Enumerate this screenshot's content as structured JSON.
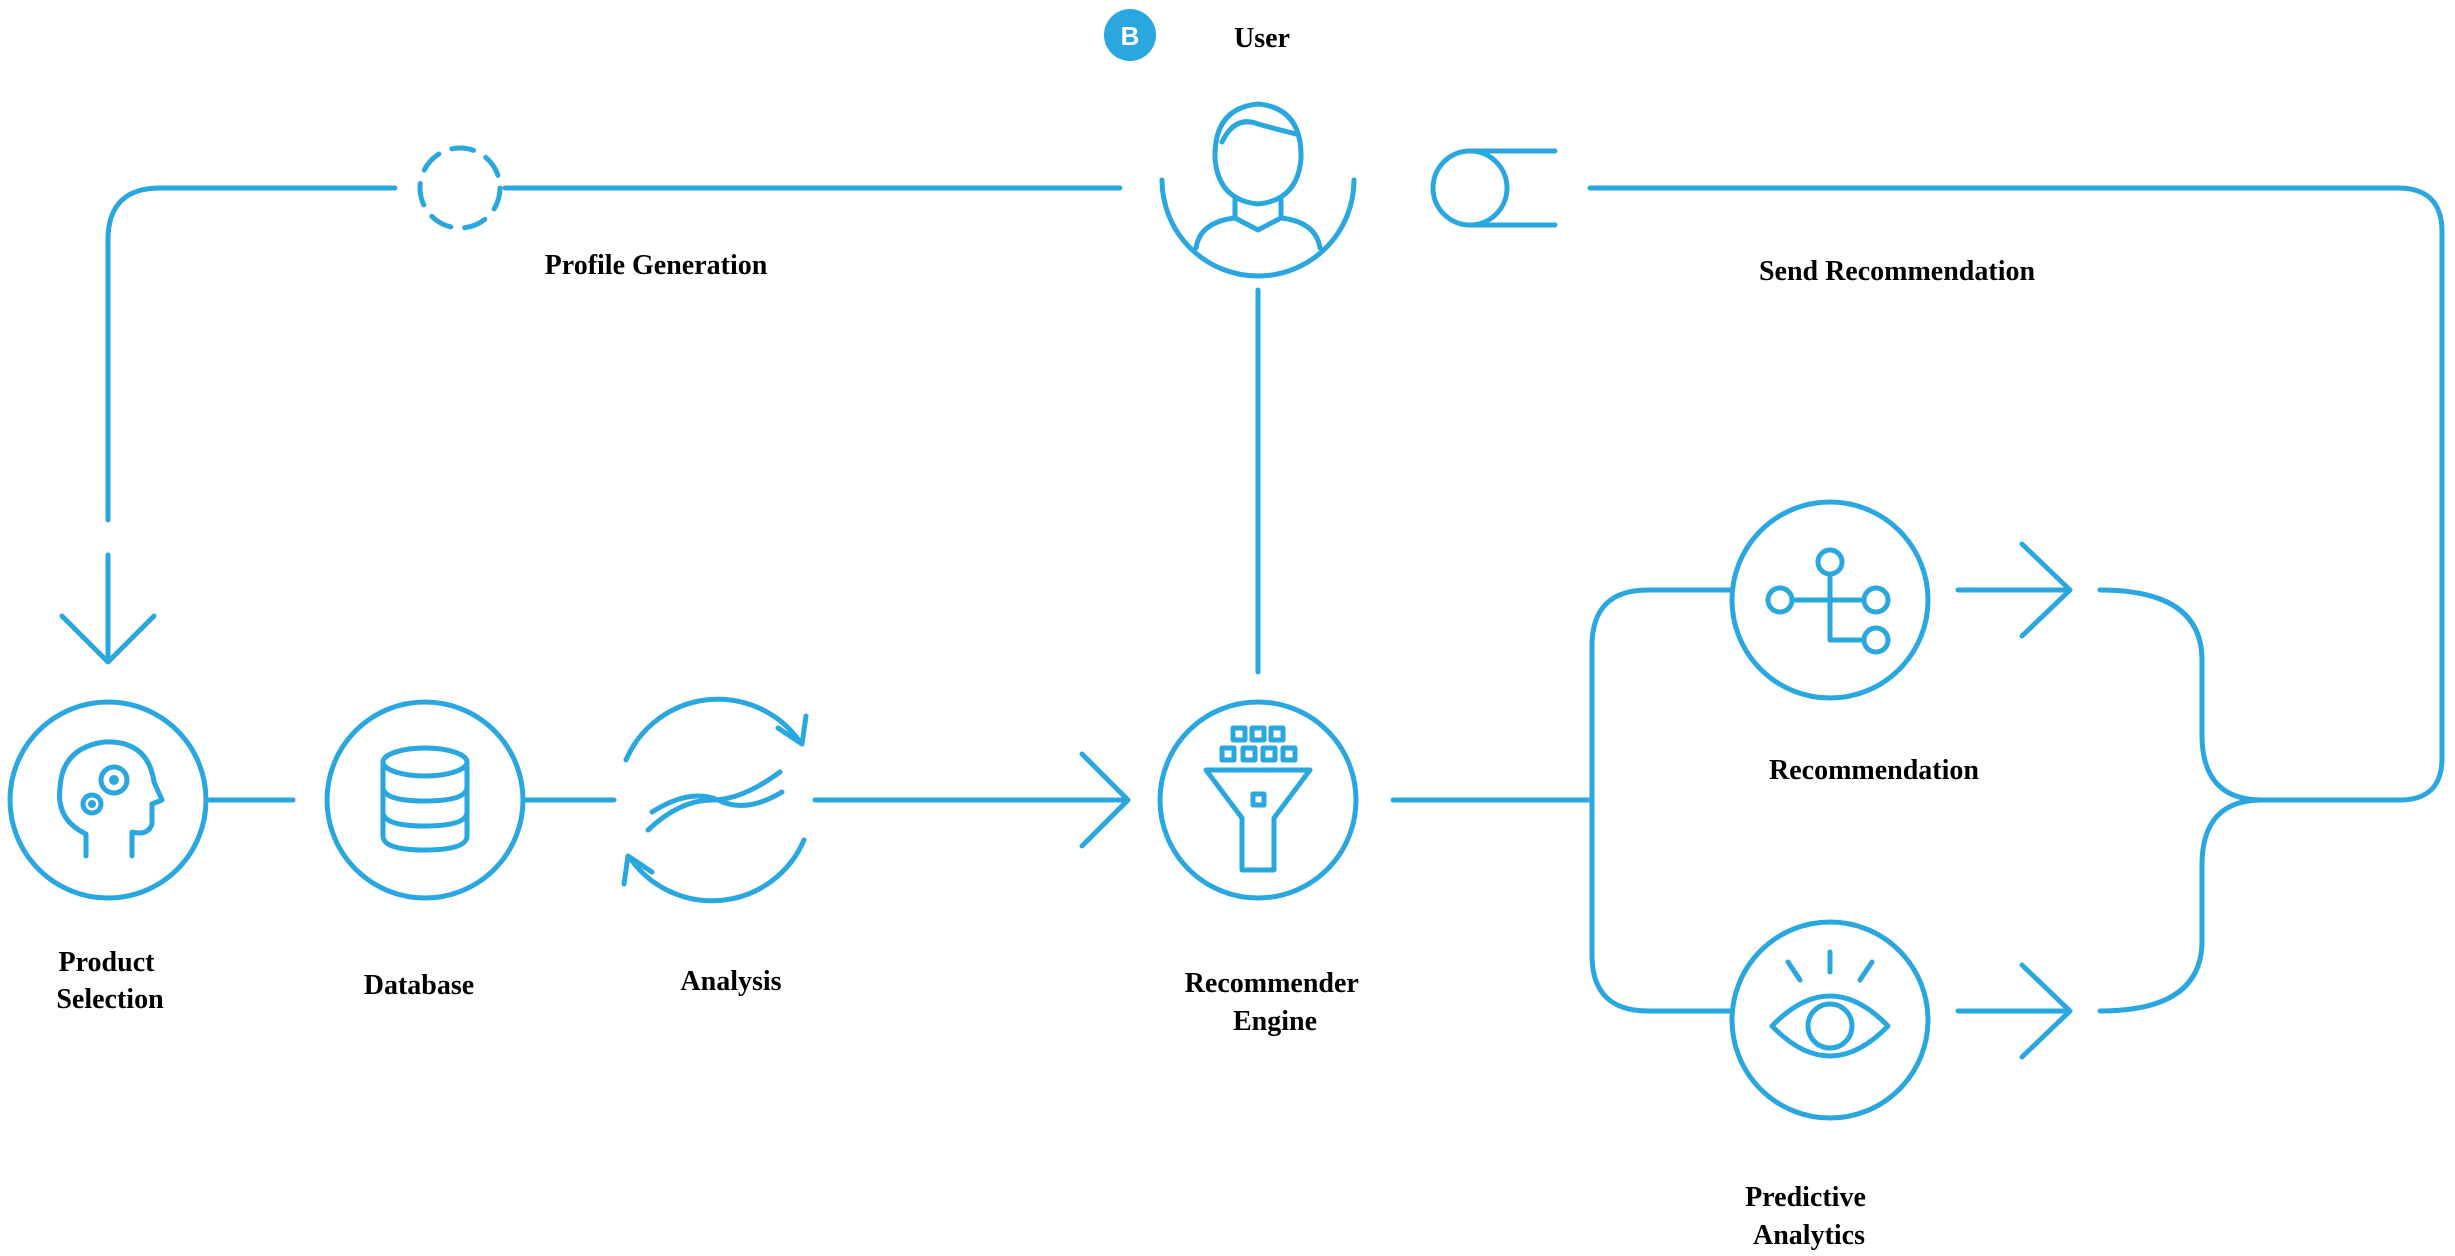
{
  "badge": {
    "letter": "B"
  },
  "labels": {
    "user": "User",
    "profile_generation": "Profile Generation",
    "send_recommendation": "Send Recommendation",
    "product_selection": [
      "Product",
      "Selection"
    ],
    "database": "Database",
    "analysis": "Analysis",
    "recommender_engine": [
      "Recommender",
      "Engine"
    ],
    "recommendation": "Recommendation",
    "predictive_analytics": [
      "Predictive",
      "Analytics"
    ]
  },
  "colors": {
    "accent": "#2aa7df",
    "text": "#000000",
    "background": "#ffffff"
  },
  "icons": {
    "user": "person-icon",
    "product_selection": "head-gears-icon",
    "database": "database-icon",
    "analysis": "analysis-cycle-icon",
    "recommender_engine": "funnel-icon",
    "recommendation": "branch-nodes-icon",
    "predictive_analytics": "eye-icon",
    "profile_generation": "dashed-circle-icon",
    "send_recommendation": "pipe-circle-icon"
  }
}
